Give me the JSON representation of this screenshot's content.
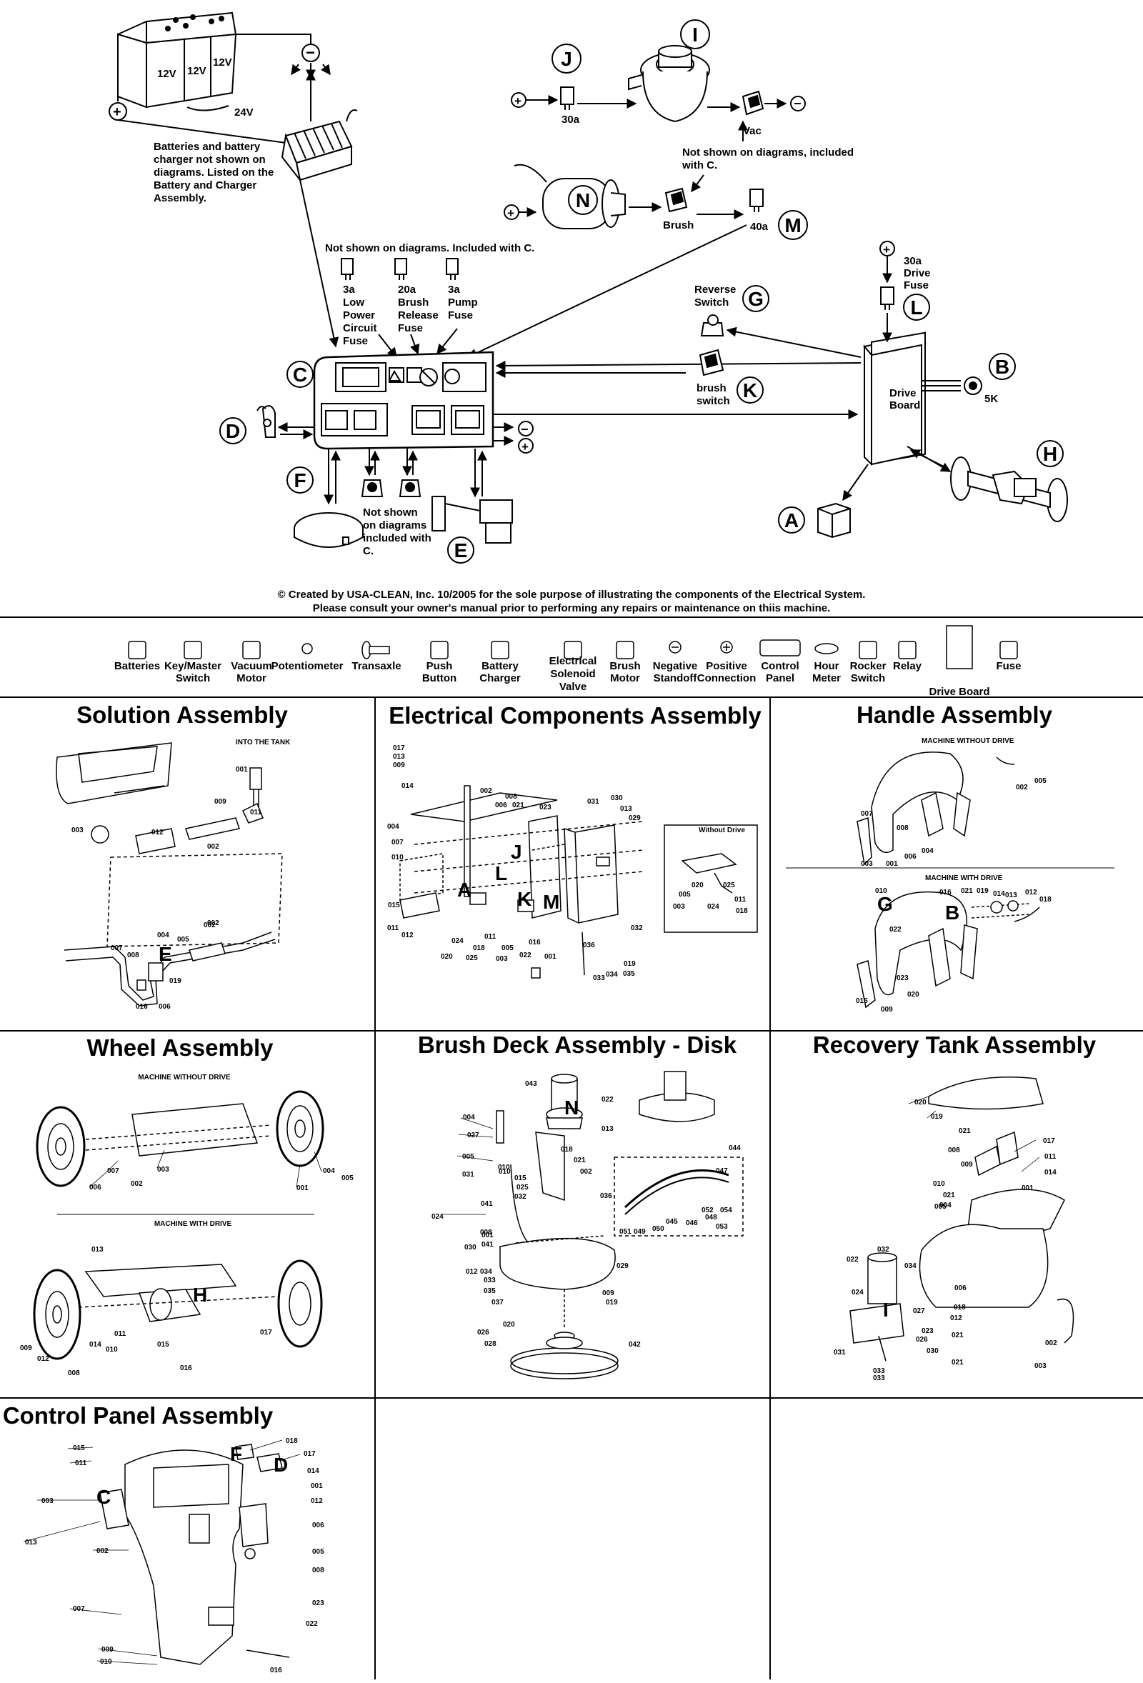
{
  "wiring": {
    "battery_cells": [
      "12V",
      "12V",
      "12V"
    ],
    "battery_total": "24V",
    "battery_note": [
      "Batteries and battery",
      "charger not shown on",
      "diagrams. Listed on the",
      "Battery and Charger",
      "Assembly."
    ],
    "fuse_note": "Not shown on diagrams. Included with C.",
    "fuses": [
      {
        "rating": "3a",
        "lines": [
          "Low",
          "Power",
          "Circuit",
          "Fuse"
        ]
      },
      {
        "rating": "20a",
        "lines": [
          "Brush",
          "Release",
          "Fuse"
        ]
      },
      {
        "rating": "3a",
        "lines": [
          "Pump",
          "Fuse"
        ]
      }
    ],
    "fuse_30a": "30a",
    "vac_label": "Vac",
    "vac_note": [
      "Not shown on diagrams, included",
      "with C."
    ],
    "brush_label": "Brush",
    "fuse_40a": "40a",
    "drive_fuse": [
      "30a",
      "Drive",
      "Fuse"
    ],
    "reverse_switch": [
      "Reverse",
      "Switch"
    ],
    "brush_switch": [
      "brush",
      "switch"
    ],
    "drive_board": [
      "Drive",
      "Board"
    ],
    "pot_value": "5K",
    "switch_note": [
      "Not shown",
      "on diagrams",
      "included with",
      "C."
    ],
    "plus": "+",
    "minus": "−",
    "letters": {
      "A": "A",
      "B": "B",
      "C": "C",
      "D": "D",
      "E": "E",
      "F": "F",
      "G": "G",
      "H": "H",
      "I": "I",
      "J": "J",
      "K": "K",
      "L": "L",
      "M": "M",
      "N": "N"
    },
    "credit": [
      "© Created by USA-CLEAN, Inc. 10/2005 for the sole purpose of illustrating the components of the Electrical System.",
      "Please consult your owner's manual prior to performing any repairs or maintenance on thiis machine."
    ]
  },
  "legend": [
    {
      "icon": "battery-icon",
      "lines": [
        "Batteries"
      ]
    },
    {
      "icon": "key-switch-icon",
      "lines": [
        "Key/Master",
        "Switch"
      ]
    },
    {
      "icon": "vacuum-motor-icon",
      "lines": [
        "Vacuum",
        "Motor"
      ]
    },
    {
      "icon": "potentiometer-icon",
      "lines": [
        "Potentiometer"
      ]
    },
    {
      "icon": "transaxle-icon",
      "lines": [
        "Transaxle"
      ]
    },
    {
      "icon": "push-button-icon",
      "lines": [
        "Push",
        "Button"
      ]
    },
    {
      "icon": "battery-charger-icon",
      "lines": [
        "Battery",
        "Charger"
      ]
    },
    {
      "icon": "solenoid-valve-icon",
      "lines": [
        "Electrical",
        "Solenoid",
        "Valve"
      ]
    },
    {
      "icon": "brush-motor-icon",
      "lines": [
        "Brush",
        "Motor"
      ]
    },
    {
      "icon": "negative-standoff-icon",
      "lines": [
        "Negative",
        "Standoff"
      ]
    },
    {
      "icon": "positive-connection-icon",
      "lines": [
        "Positive",
        "Connection"
      ]
    },
    {
      "icon": "control-panel-icon",
      "lines": [
        "Control",
        "Panel"
      ]
    },
    {
      "icon": "hour-meter-icon",
      "lines": [
        "Hour",
        "Meter"
      ]
    },
    {
      "icon": "rocker-switch-icon",
      "lines": [
        "Rocker",
        "Switch"
      ]
    },
    {
      "icon": "relay-icon",
      "lines": [
        "Relay"
      ]
    },
    {
      "icon": "drive-board-icon",
      "lines": [
        "Drive Board"
      ]
    },
    {
      "icon": "fuse-icon",
      "lines": [
        "Fuse"
      ]
    }
  ],
  "panels": {
    "solution": {
      "title": "Solution Assembly",
      "sub": "INTO THE TANK",
      "parts": [
        "001",
        "009",
        "011",
        "003",
        "012",
        "002",
        "002",
        "004",
        "005",
        "007",
        "008",
        "019",
        "016",
        "006",
        "002"
      ],
      "letter": "E"
    },
    "electrical": {
      "title": "Electrical Components Assembly",
      "inset": "Without Drive",
      "parts": [
        "017",
        "013",
        "009",
        "014",
        "002",
        "008",
        "006",
        "021",
        "023",
        "031",
        "030",
        "013",
        "029",
        "004",
        "007",
        "010",
        "015",
        "011",
        "012",
        "024",
        "018",
        "020",
        "025",
        "011",
        "005",
        "003",
        "022",
        "016",
        "001",
        "036",
        "032",
        "033",
        "034",
        "035",
        "019",
        "005",
        "020",
        "025",
        "003",
        "024",
        "011",
        "018"
      ],
      "letters": [
        "J",
        "L",
        "A",
        "K",
        "M"
      ]
    },
    "handle": {
      "title": "Handle Assembly",
      "sub1": "MACHINE WITHOUT DRIVE",
      "sub2": "MACHINE WITH DRIVE",
      "parts": [
        "002",
        "005",
        "007",
        "008",
        "003",
        "001",
        "006",
        "004",
        "010",
        "016",
        "021",
        "019",
        "014",
        "013",
        "012",
        "018",
        "022",
        "023",
        "020",
        "015",
        "009"
      ],
      "letters": [
        "G",
        "B"
      ]
    },
    "wheel": {
      "title": "Wheel Assembly",
      "sub1": "MACHINE WITHOUT DRIVE",
      "sub2": "MACHINE WITH DRIVE",
      "parts": [
        "006",
        "007",
        "002",
        "003",
        "001",
        "004",
        "005",
        "013",
        "009",
        "012",
        "008",
        "014",
        "010",
        "011",
        "015",
        "017",
        "016"
      ],
      "letter": "H"
    },
    "brush_deck": {
      "title": "Brush Deck Assembly - Disk",
      "parts": [
        "043",
        "022",
        "004",
        "013",
        "027",
        "018",
        "005",
        "021",
        "010",
        "031",
        "010",
        "015",
        "025",
        "002",
        "036",
        "032",
        "024",
        "041",
        "001",
        "008",
        "030",
        "041",
        "034",
        "029",
        "012",
        "033",
        "035",
        "009",
        "037",
        "019",
        "020",
        "026",
        "028",
        "042",
        "044",
        "047",
        "051",
        "049",
        "050",
        "045",
        "046",
        "048",
        "053",
        "054",
        "052"
      ],
      "letter": "N"
    },
    "recovery": {
      "title": "Recovery Tank Assembly",
      "parts": [
        "020",
        "019",
        "021",
        "017",
        "008",
        "011",
        "009",
        "014",
        "010",
        "021",
        "001",
        "004",
        "005",
        "022",
        "032",
        "034",
        "024",
        "006",
        "018",
        "027",
        "012",
        "023",
        "026",
        "031",
        "030",
        "033",
        "033",
        "021",
        "021",
        "002",
        "003"
      ],
      "letter": "I"
    },
    "control": {
      "title": "Control Panel Assembly",
      "parts": [
        "015",
        "011",
        "018",
        "017",
        "014",
        "001",
        "003",
        "012",
        "013",
        "006",
        "002",
        "005",
        "008",
        "007",
        "023",
        "022",
        "009",
        "010",
        "016"
      ],
      "letters": [
        "C",
        "F",
        "D"
      ]
    }
  }
}
